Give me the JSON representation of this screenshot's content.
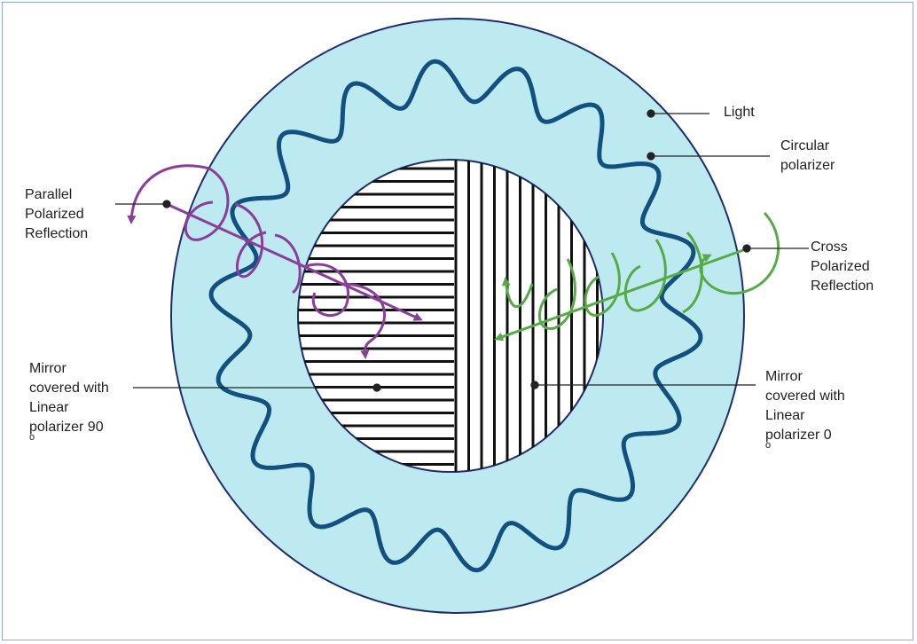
{
  "labels": {
    "light": "Light",
    "circular": [
      "Circular",
      "polarizer"
    ],
    "parallel": [
      "Parallel",
      "Polarized",
      "Reflection"
    ],
    "cross": [
      "Cross",
      "Polarized",
      "Reflection"
    ],
    "mirror_left": [
      "Mirror",
      "covered with",
      "Linear",
      "polarizer 90"
    ],
    "mirror_right": [
      "Mirror",
      "covered with",
      "Linear",
      "polarizer 0"
    ],
    "degree_mark": "o"
  },
  "colors": {
    "outer_fill": "#bdeaf0",
    "outer_stroke": "#1f2d6b",
    "wave": "#12507f",
    "parallel_arrow": "#8a3e9a",
    "cross_arrow": "#56ab47"
  }
}
